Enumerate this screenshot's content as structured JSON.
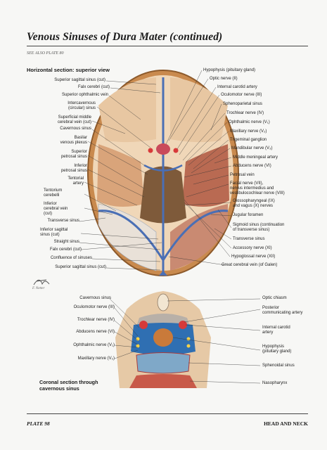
{
  "title": "Venous Sinuses of Dura Mater (continued)",
  "see_also": "SEE ALSO PLATE 80",
  "section_heading": "Horizontal section: superior view",
  "coronal_caption": [
    "Coronal section through",
    "cavernous sinus"
  ],
  "signature": "F. Netter",
  "footer": {
    "plate": "PLATE 98",
    "region": "HEAD AND NECK"
  },
  "horizontal_left_labels": [
    [
      "Superior sagittal sinus (cut)"
    ],
    [
      "Falx cerebri (cut)"
    ],
    [
      "Superior ophthalmic vein"
    ],
    [
      "Intercavernous",
      "(circular) sinus"
    ],
    [
      "Superficial middle",
      "cerebral vein (cut)"
    ],
    [
      "Cavernous sinus"
    ],
    [
      "Basilar",
      "venous plexus"
    ],
    [
      "Superior",
      "petrosal sinus"
    ],
    [
      "Inferior",
      "petrosal sinus"
    ],
    [
      "Tentorial",
      "artery"
    ],
    [
      "Tentorium",
      "cerebelli"
    ],
    [
      "Inferior",
      "cerebral vein",
      "(cut)"
    ],
    [
      "Transverse sinus"
    ],
    [
      "Inferior sagittal",
      "sinus (cut)"
    ],
    [
      "Straight sinus"
    ],
    [
      "Falx cerebri (cut)"
    ],
    [
      "Confluence of sinuses"
    ],
    [
      "Superior sagittal sinus (cut)"
    ]
  ],
  "horizontal_right_labels": [
    [
      "Hypophysis (pituitary gland)"
    ],
    [
      "Optic nerve (II)"
    ],
    [
      "Internal carotid artery"
    ],
    [
      "Oculomotor nerve (III)"
    ],
    [
      "Sphenoparietal sinus"
    ],
    [
      "Trochlear nerve (IV)"
    ],
    [
      "Ophthalmic nerve (V₁)"
    ],
    [
      "Maxillary nerve (V₂)"
    ],
    [
      "Trigeminal ganglion"
    ],
    [
      "Mandibular nerve (V₃)"
    ],
    [
      "Middle meningeal artery"
    ],
    [
      "Abducens nerve (VI)"
    ],
    [
      "Petrosal vein"
    ],
    [
      "Facial nerve (VII),",
      "nervus intermedius and",
      "vestibulocochlear nerve (VIII)"
    ],
    [
      "Glossopharyngeal (IX)",
      "and vagus (X) nerves"
    ],
    [
      "Jugular foramen"
    ],
    [
      "Sigmoid sinus (continuation",
      "of transverse sinus)"
    ],
    [
      "Transverse sinus"
    ],
    [
      "Accessory nerve (XI)"
    ],
    [
      "Hypoglossal nerve (XII)"
    ],
    [
      "Great cerebral vein (of Galen)"
    ]
  ],
  "coronal_left_labels": [
    [
      "Cavernous sinus"
    ],
    [
      "Oculomotor nerve (III)"
    ],
    [
      "Trochlear nerve (IV)"
    ],
    [
      "Abducens nerve (VI)"
    ],
    [
      "Ophthalmic nerve (V₁)"
    ],
    [
      "Maxillary nerve (V₂)"
    ]
  ],
  "coronal_right_labels": [
    [
      "Optic chiasm"
    ],
    [
      "Posterior",
      "communicating artery"
    ],
    [
      "Internal carotid",
      "artery"
    ],
    [
      "Hypophysis",
      "(pituitary gland)"
    ],
    [
      "Sphenoidal sinus"
    ],
    [
      "Nasopharynx"
    ]
  ]
}
